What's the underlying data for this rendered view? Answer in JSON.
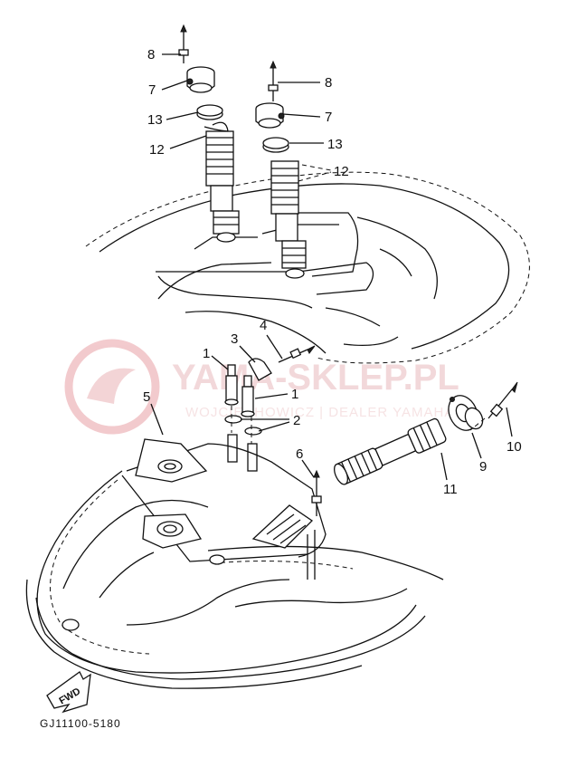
{
  "diagram": {
    "callouts": [
      {
        "id": "c8a",
        "text": "8"
      },
      {
        "id": "c7a",
        "text": "7"
      },
      {
        "id": "c13a",
        "text": "13"
      },
      {
        "id": "c12a",
        "text": "12"
      },
      {
        "id": "c8b",
        "text": "8"
      },
      {
        "id": "c7b",
        "text": "7"
      },
      {
        "id": "c13b",
        "text": "13"
      },
      {
        "id": "c12b",
        "text": "12"
      },
      {
        "id": "c4",
        "text": "4"
      },
      {
        "id": "c3",
        "text": "3"
      },
      {
        "id": "c1a",
        "text": "1"
      },
      {
        "id": "c1b",
        "text": "1"
      },
      {
        "id": "c2",
        "text": "2"
      },
      {
        "id": "c5",
        "text": "5"
      },
      {
        "id": "c6",
        "text": "6"
      },
      {
        "id": "c11",
        "text": "11"
      },
      {
        "id": "c9",
        "text": "9"
      },
      {
        "id": "c10",
        "text": "10"
      }
    ],
    "fwd_label": "FWD",
    "drawing_code": "GJ11100-5180"
  },
  "watermark": {
    "main_text": "YAMA-SKLEP.PL",
    "sub_text": "WOJCIECHOWICZ | DEALER YAMAHA",
    "color": "#e04a52"
  }
}
